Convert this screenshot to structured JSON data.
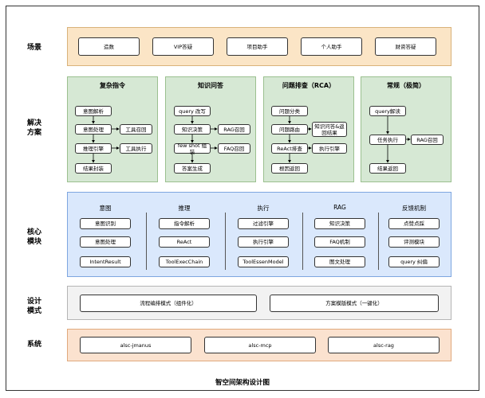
{
  "labels": {
    "scene": "场景",
    "solution_line1": "解决",
    "solution_line2": "方案",
    "core_line1": "核心",
    "core_line2": "模块",
    "design_line1": "设计",
    "design_line2": "模式",
    "system": "系统"
  },
  "scenes": [
    "造数",
    "VIP答疑",
    "项目助手",
    "个人助手",
    "财资答疑"
  ],
  "solutions": {
    "complex": {
      "title": "复杂指令",
      "items": [
        "意图解析",
        "意图处理",
        "工具召回",
        "推理引擎",
        "工具执行",
        "结果封装"
      ]
    },
    "qa": {
      "title": "知识问答",
      "items": [
        "query 改写",
        "知识决策",
        "RAG召回",
        "few shot 组装",
        "FAQ召回",
        "答案生成"
      ]
    },
    "rca": {
      "title": "问题排查（RCA）",
      "items": [
        "问题分类",
        "问题路由",
        "知识问答&返回结果",
        "ReAct排查",
        "执行引擎",
        "根因返回"
      ]
    },
    "normal": {
      "title": "常规（极简）",
      "items": [
        "query解读",
        "任务执行",
        "RAG召回",
        "结果返回"
      ]
    }
  },
  "core": {
    "intent": {
      "title": "意图",
      "items": [
        "意图识别",
        "意图处理",
        "IntentResult"
      ]
    },
    "reason": {
      "title": "推理",
      "items": [
        "指令解析",
        "ReAct",
        "ToolExecChain"
      ]
    },
    "exec": {
      "title": "执行",
      "items": [
        "过滤引擎",
        "执行引擎",
        "ToolEssenModel"
      ]
    },
    "rag": {
      "title": "RAG",
      "items": [
        "知识决策",
        "FAQ机制",
        "图文处理"
      ]
    },
    "feedback": {
      "title": "反馈机制",
      "items": [
        "点赞点踩",
        "评测模块",
        "query 纠偏"
      ]
    }
  },
  "design": [
    "流程编排模式（组件化）",
    "方案模版模式（一键化）"
  ],
  "system": [
    "alsc-jmanus",
    "alsc-mcp",
    "alsc-rag"
  ],
  "footer": "智空间架构设计图",
  "colors": {
    "scene_band": "#fbe5c6",
    "solution_box": "#d6e8d4",
    "core_band": "#dae8fc",
    "design_band": "#f2f2f2",
    "system_band": "#fbe2cf"
  }
}
